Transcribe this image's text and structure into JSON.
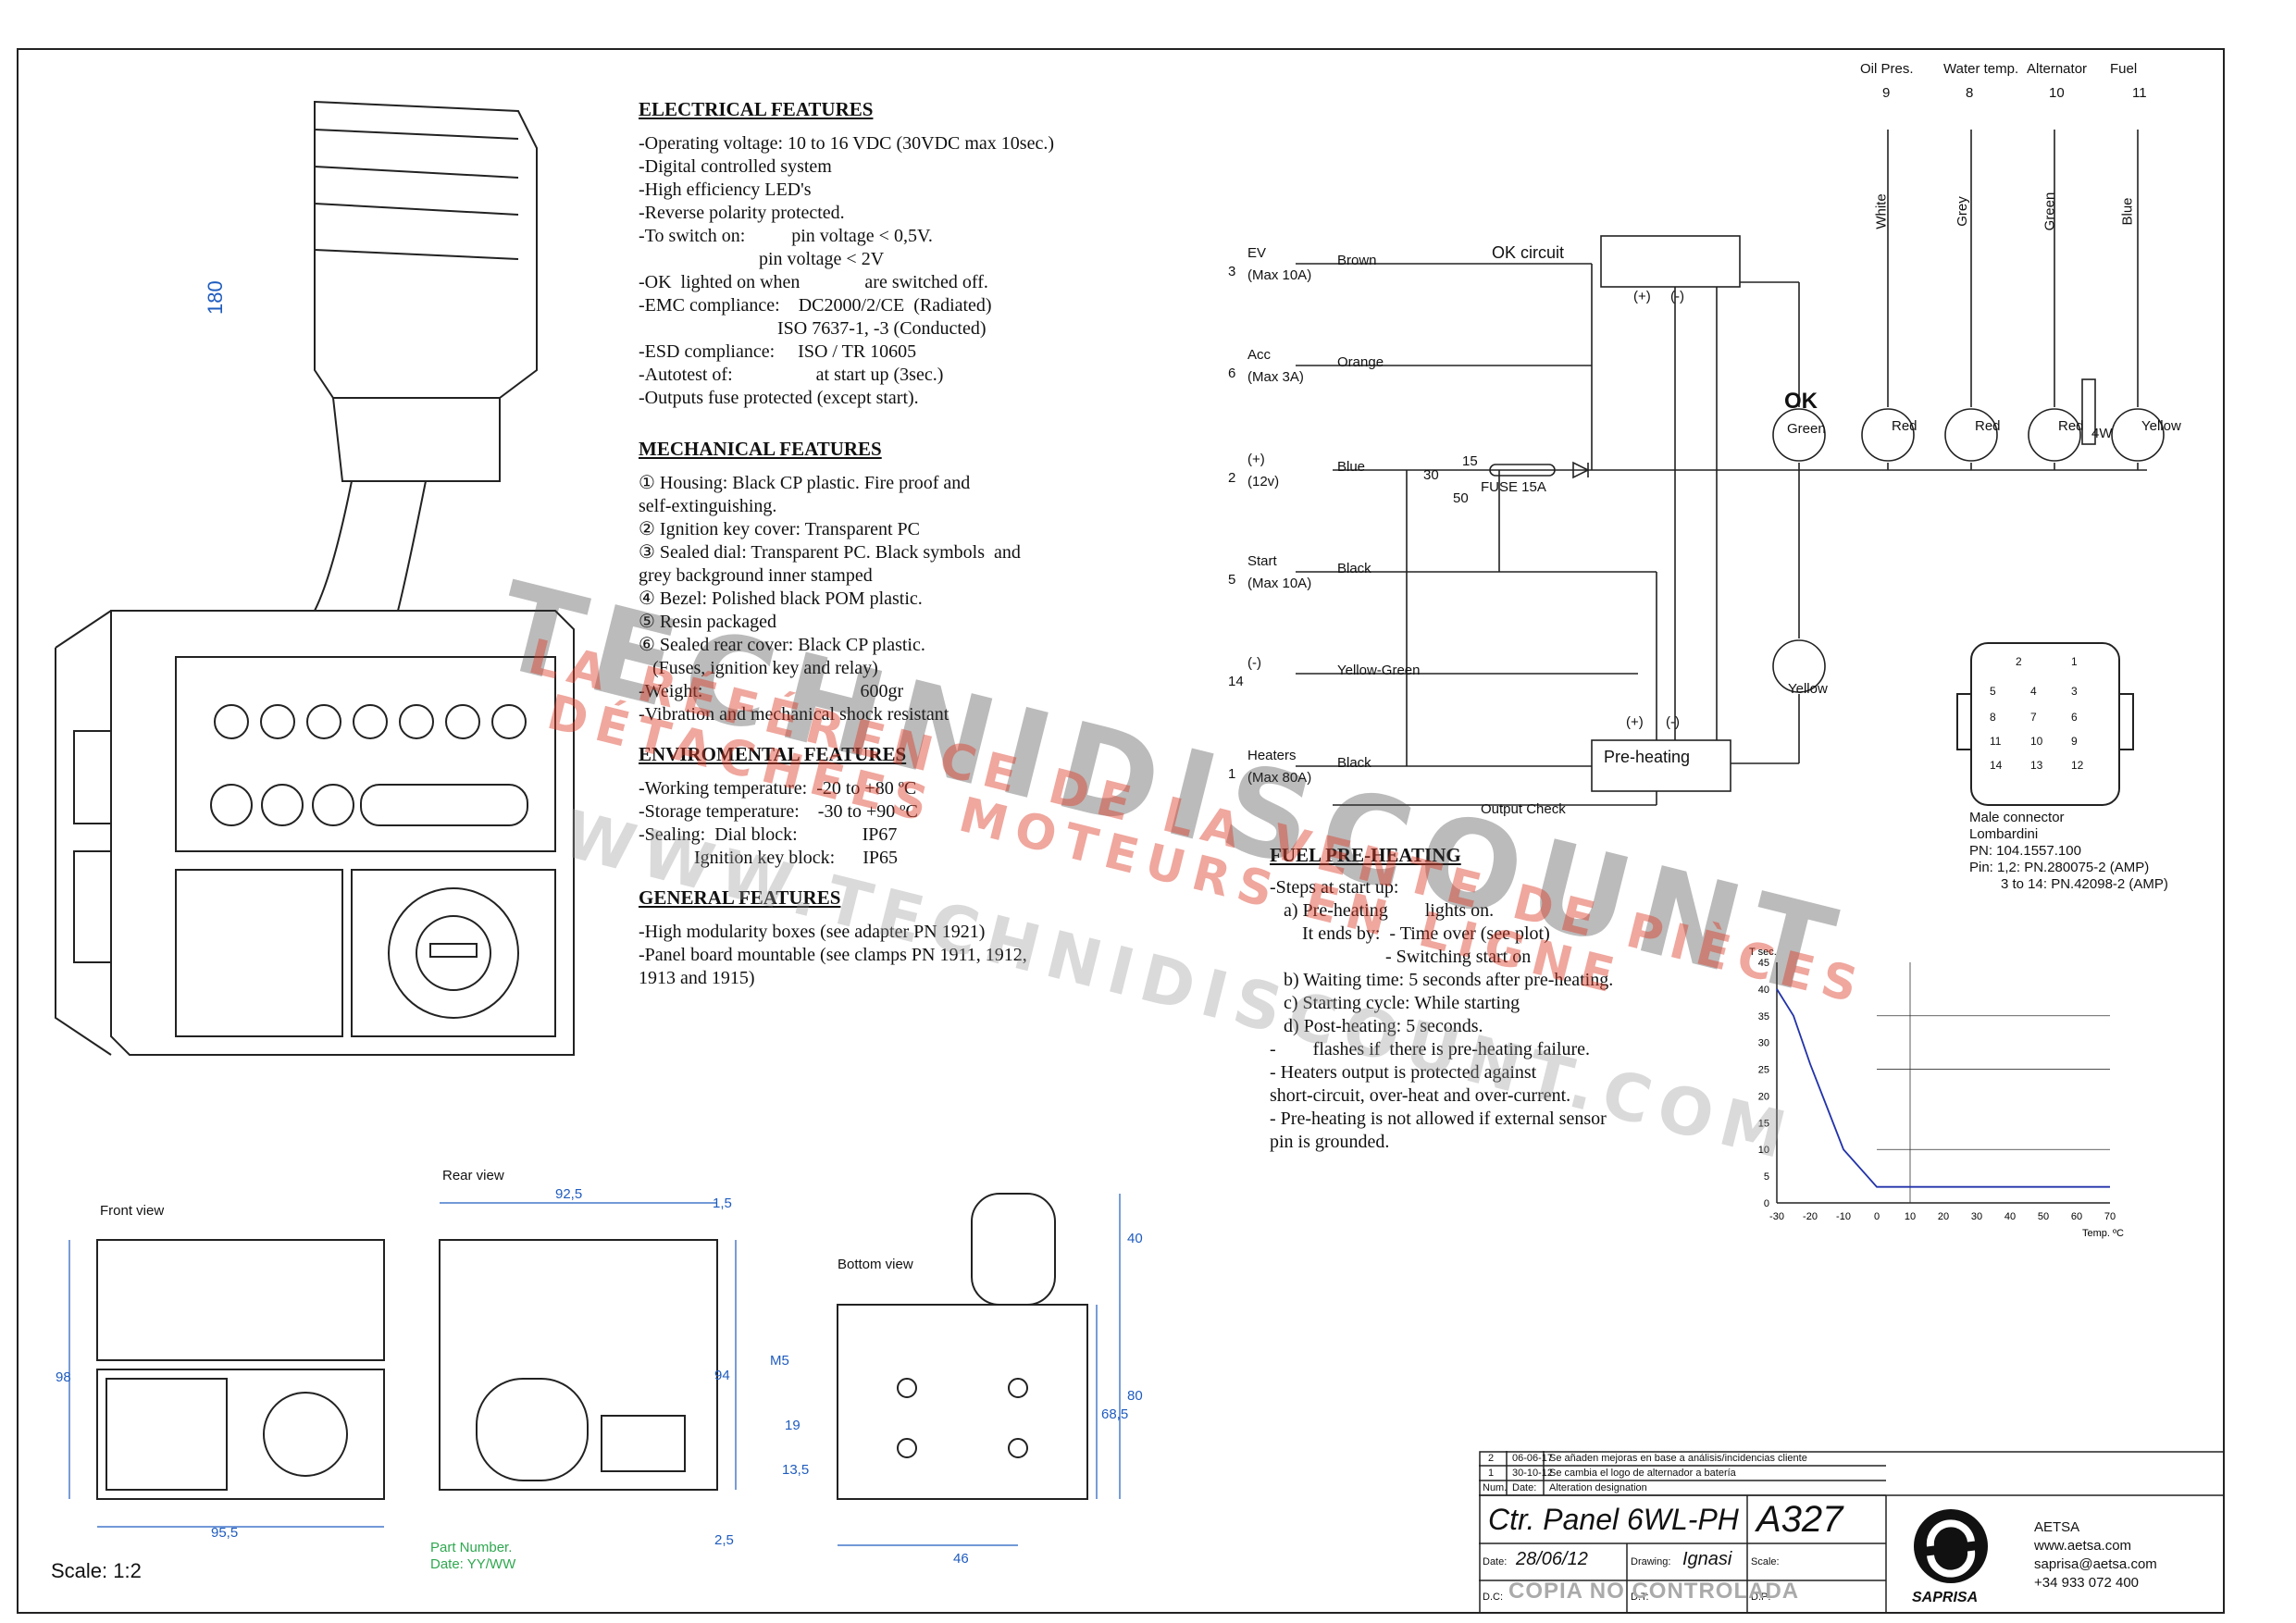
{
  "electrical": {
    "heading": "ELECTRICAL FEATURES",
    "lines": [
      "-Operating voltage: 10 to 16 VDC (30VDC max 10sec.)",
      "-Digital controlled system",
      "-High efficiency LED's",
      "-Reverse polarity protected.",
      "-To switch on:          pin voltage < 0,5V.",
      "                          pin voltage < 2V",
      "-OK  lighted on when              are switched off.",
      "-EMC compliance:    DC2000/2/CE  (Radiated)",
      "                              ISO 7637-1, -3 (Conducted)",
      "-ESD compliance:     ISO / TR 10605",
      "-Autotest of:                  at start up (3sec.)",
      "-Outputs fuse protected (except start)."
    ]
  },
  "mechanical": {
    "heading": "MECHANICAL FEATURES",
    "lines": [
      "① Housing: Black CP plastic. Fire proof and",
      "self-extinguishing.",
      "② Ignition key cover: Transparent PC",
      "③ Sealed dial: Transparent PC. Black symbols  and",
      "grey background inner stamped",
      "④ Bezel: Polished black POM plastic.",
      "⑤ Resin packaged",
      "⑥ Sealed rear cover: Black CP plastic.",
      "   (Fuses, ignition key and relay)",
      "",
      "-Weight:                                  600gr",
      "-Vibration and mechanical shock resistant"
    ]
  },
  "environmental": {
    "heading": "ENVIROMENTAL FEATURES",
    "lines": [
      "-Working temperature:  -20 to +80 ºC",
      "-Storage temperature:    -30 to +90 ºC",
      "-Sealing:  Dial block:              IP67",
      "            Ignition key block:      IP65"
    ]
  },
  "general": {
    "heading": "GENERAL FEATURES",
    "lines": [
      "-High modularity boxes (see adapter PN 1921)",
      "-Panel board mountable (see clamps PN 1911, 1912,",
      "1913 and 1915)"
    ]
  },
  "fuel_preheating": {
    "heading": "FUEL PRE-HEATING",
    "lines": [
      "-Steps at start up:",
      "   a) Pre-heating        lights on.",
      "       It ends by:  - Time over (see plot)",
      "                         - Switching start on",
      "   b) Waiting time: 5 seconds after pre-heating.",
      "   c) Starting cycle: While starting",
      "   d) Post-heating: 5 seconds.",
      "",
      "-        flashes if  there is pre-heating failure.",
      "- Heaters output is protected against",
      "short-circuit, over-heat and over-current.",
      "- Pre-heating is not allowed if external sensor",
      "pin is grounded."
    ]
  },
  "schematic": {
    "top_outputs": [
      {
        "name": "Oil Pres.",
        "pin": "9",
        "wire": "White",
        "lamp": "Red"
      },
      {
        "name": "Water temp.",
        "pin": "8",
        "wire": "Grey",
        "lamp": "Red"
      },
      {
        "name": "Alternator",
        "pin": "10",
        "wire": "Green",
        "lamp": "Red"
      },
      {
        "name": "Fuel",
        "pin": "11",
        "wire": "Blue",
        "lamp": "Yellow"
      }
    ],
    "ok_circuit": "OK circuit",
    "pre_heating": "Pre-heating",
    "ok_lamp": "Green",
    "preheat_lamp": "Yellow",
    "inputs": [
      {
        "pin": "3",
        "name": "EV",
        "sub": "(Max 10A)",
        "wire": "Brown"
      },
      {
        "pin": "6",
        "name": "Acc",
        "sub": "(Max 3A)",
        "wire": "Orange"
      },
      {
        "pin": "2",
        "name": "(+)",
        "sub": "(12v)",
        "wire": "Blue"
      },
      {
        "pin": "5",
        "name": "Start",
        "sub": "(Max 10A)",
        "wire": "Black"
      },
      {
        "pin": "14",
        "name": "(-)",
        "sub": "",
        "wire": "Yellow-Green"
      },
      {
        "pin": "1",
        "name": "Heaters",
        "sub": "(Max 80A)",
        "wire": "Black"
      }
    ],
    "fuse": "FUSE 15A",
    "key_pos": [
      "30",
      "15",
      "50"
    ],
    "output_check": "Output Check",
    "plus": "(+)",
    "minus": "(-)",
    "resistor": "4W"
  },
  "connector": {
    "pins": [
      "2",
      "1",
      "5",
      "4",
      "3",
      "8",
      "7",
      "6",
      "11",
      "10",
      "9",
      "14",
      "13",
      "12"
    ],
    "label": "Male connector",
    "maker": "Lombardini",
    "pn": "PN: 104.1557.100",
    "pin1": "Pin: 1,2: PN.280075-2 (AMP)",
    "pin2": "3 to 14: PN.42098-2 (AMP)"
  },
  "chart_data": {
    "type": "line",
    "x": [
      -30,
      -25,
      -20,
      -15,
      -10,
      0,
      10,
      20,
      30,
      40,
      50,
      60,
      70
    ],
    "series": [
      {
        "values": [
          40,
          35,
          26,
          18,
          10,
          3,
          3,
          3,
          3,
          3,
          3,
          3,
          3
        ]
      }
    ],
    "xticks": [
      "-30",
      "-20",
      "-10",
      "0",
      "10",
      "20",
      "30",
      "40",
      "50",
      "60",
      "70"
    ],
    "yticks": [
      "0",
      "5",
      "10",
      "15",
      "20",
      "25",
      "30",
      "35",
      "40",
      "45"
    ],
    "xlabel": "Temp. ºC",
    "ylabel": "T sec.",
    "xlim": [
      -30,
      70
    ],
    "ylim": [
      0,
      45
    ]
  },
  "views": {
    "front": "Front view",
    "rear": "Rear view",
    "bottom": "Bottom view",
    "dim_180": "180",
    "dim_98": "98",
    "dim_95": "95,5",
    "dim_925": "92,5",
    "dim_15": "1,5",
    "dim_94": "94",
    "dim_25": "2,5",
    "dim_40": "40",
    "dim_80": "80",
    "dim_685": "68,5",
    "dim_19": "19",
    "dim_135": "13,5",
    "dim_46": "46",
    "m5": "M5",
    "part_number": "Part Number.",
    "date_code": "Date: YY/WW",
    "scale": "Scale: 1:2"
  },
  "title_block": {
    "rev2_num": "2",
    "rev2_date": "06-06-17",
    "rev2_text": "Se añaden mejoras en base a análisis/incidencias cliente",
    "rev1_num": "1",
    "rev1_date": "30-10-12",
    "rev1_text": "Se cambia el logo de alternador a batería",
    "h_num": "Num.",
    "h_date": "Date:",
    "h_alt": "Alteration designation",
    "name": "Ctr. Panel 6WL-PH",
    "code": "A327",
    "date_label": "Date:",
    "date": "28/06/12",
    "drawing_label": "Drawing:",
    "drawing": "Ignasi",
    "scale_label": "Scale:",
    "dc": "D.C:",
    "dt": "D.T:",
    "dp": "D.P:",
    "company": "AETSA",
    "web": "www.aetsa.com",
    "email": "saprisa@aetsa.com",
    "phone": "+34 933 072 400",
    "brand": "SAPRISA",
    "notice": "COPIA NO CONTROLADA"
  },
  "watermark": {
    "main": "TECHNIDISCOUNT",
    "tag1": "LA RÉFÉRENCE DE LA VENTE DE PIÈCES",
    "tag2": "DÉTACHÉES MOTEURS EN LIGNE",
    "url": "WWW.TECHNIDISCOUNT.COM"
  }
}
